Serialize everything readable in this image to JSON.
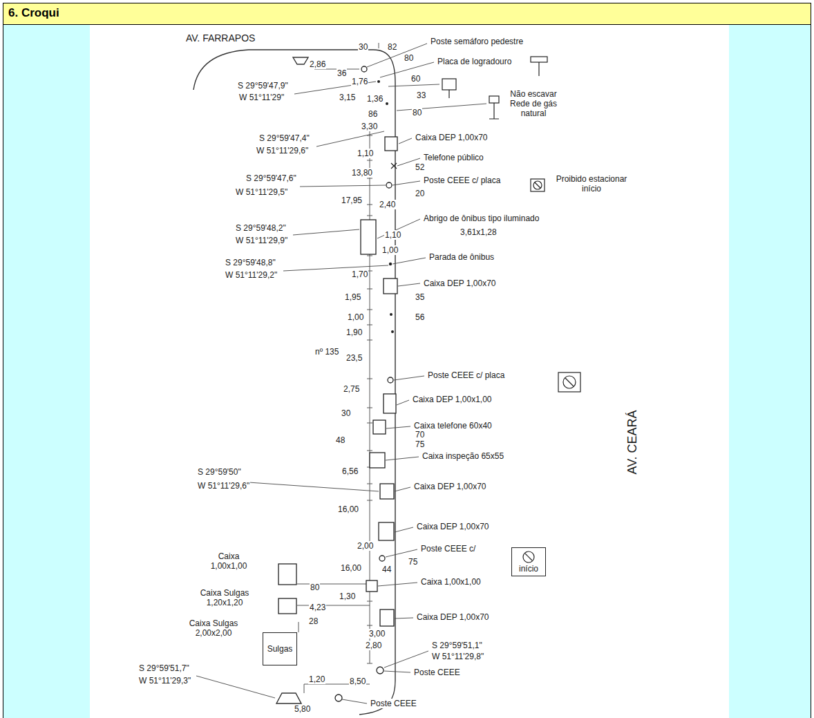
{
  "diagram": {
    "title": "6. Croqui",
    "nodes": [
      {
        "text": [
          "início"
        ]
      },
      {
        "text": [
          "Sulgas"
        ]
      }
    ],
    "labels": [
      "AV. FARRAPOS",
      "30",
      "82",
      "Poste semáforo pedestre",
      "2,86",
      "36",
      "80",
      "Placa de logradouro",
      "S 29°59'47,9\"",
      "W 51°11'29\"",
      "1,76",
      "60",
      "3,15",
      "1,36",
      "33",
      "Não escavar Rede de gás natural",
      "86",
      "80",
      "3,30",
      "S 29°59'47,4\"",
      "W 51°11'29,6\"",
      "Caixa DEP 1,00x70",
      "1,10",
      "Telefone público",
      "13,80",
      "52",
      "S 29°59'47,6\"",
      "W 51°11'29,5\"",
      "Poste CEEE c/ placa",
      "Proibido estacionar início",
      "20",
      "17,95",
      "2,40",
      "S 29°59'48,2\"",
      "W 51°11'29,9\"",
      "Abrigo de ônibus tipo iluminado",
      "3,61x1,28",
      "1,10",
      "1,00",
      "S 29°59'48,8\"",
      "W 51°11'29,2\"",
      "Parada de ônibus",
      "1,70",
      "Caixa DEP 1,00x70",
      "1,95",
      "35",
      "1,00",
      "56",
      "1,90",
      "nº 135",
      "23,5",
      "Poste CEEE c/ placa",
      "2,75",
      "Caixa DEP 1,00x1,00",
      "30",
      "Caixa telefone 60x40",
      "48",
      "70",
      "75",
      "Caixa inspeção 65x55",
      "S 29°59'50\"",
      "W 51°11'29,6\"",
      "6,56",
      "Caixa DEP 1,00x70",
      "16,00",
      "Caixa DEP 1,00x70",
      "2,00",
      "Poste CEEE c/",
      "75",
      "Caixa 1,00x1,00",
      "16,00",
      "44",
      "Caixa 1,00x1,00",
      "80",
      "Caixa Sulgas 1,20x1,20",
      "1,30",
      "4,23",
      "Caixa DEP 1,00x70",
      "28",
      "Caixa Sulgas 2,00x2,00",
      "3,00",
      "2,80",
      "S 29°59'51,1\"",
      "W 51°11'29,8\"",
      "Poste CEEE",
      "S 29°59'51,7\"",
      "W 51°11'29,3\"",
      "1,20",
      "8,50",
      "Poste CEEE",
      "5,80",
      "AV. CEARÁ"
    ]
  }
}
